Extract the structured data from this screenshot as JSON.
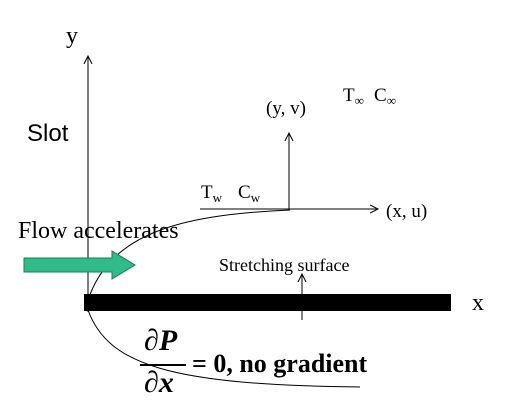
{
  "labels": {
    "y_axis": "y",
    "x_axis": "x",
    "slot": "Slot",
    "flow": "Flow accelerates",
    "yv": "(y, v)",
    "xu": "(x, u)",
    "t_inf": "T",
    "inf_sym_1": "∞",
    "c_inf": "C",
    "inf_sym_2": "∞",
    "t_w": "T",
    "w_sub_1": "w",
    "c_w": "C",
    "w_sub_2": "w",
    "stretching": "Stretching surface",
    "frac_num": "∂P",
    "frac_den": "∂x",
    "equation_rest": "= 0, no gradient"
  },
  "colors": {
    "arrow_fill": "#2ebd8a",
    "arrow_stroke": "#1d7a58",
    "ink": "#000000"
  }
}
